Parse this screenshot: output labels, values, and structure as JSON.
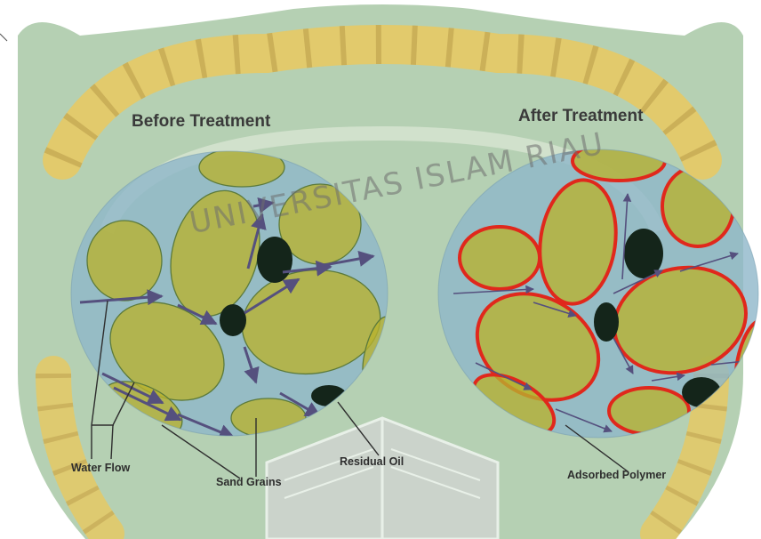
{
  "panels": {
    "before": {
      "title": "Before Treatment"
    },
    "after": {
      "title": "After Treatment"
    }
  },
  "labels": {
    "water_flow": "Water Flow",
    "sand_grains": "Sand Grains",
    "residual_oil": "Residual Oil",
    "adsorbed_polymer": "Adsorbed Polymer"
  },
  "watermark": {
    "text": "UNIVERSITAS ISLAM RIAU"
  },
  "colors": {
    "watermark_green": "#8fb38e",
    "watermark_gold": "#e7c24a",
    "pore_fill": "#8fb7c9",
    "grain_fill": "#b9b22e",
    "grain_edge": "#5c7a3b",
    "polymer_edge": "#e0281c",
    "oil": "#14251a",
    "flow_arrow": "#55507e"
  }
}
